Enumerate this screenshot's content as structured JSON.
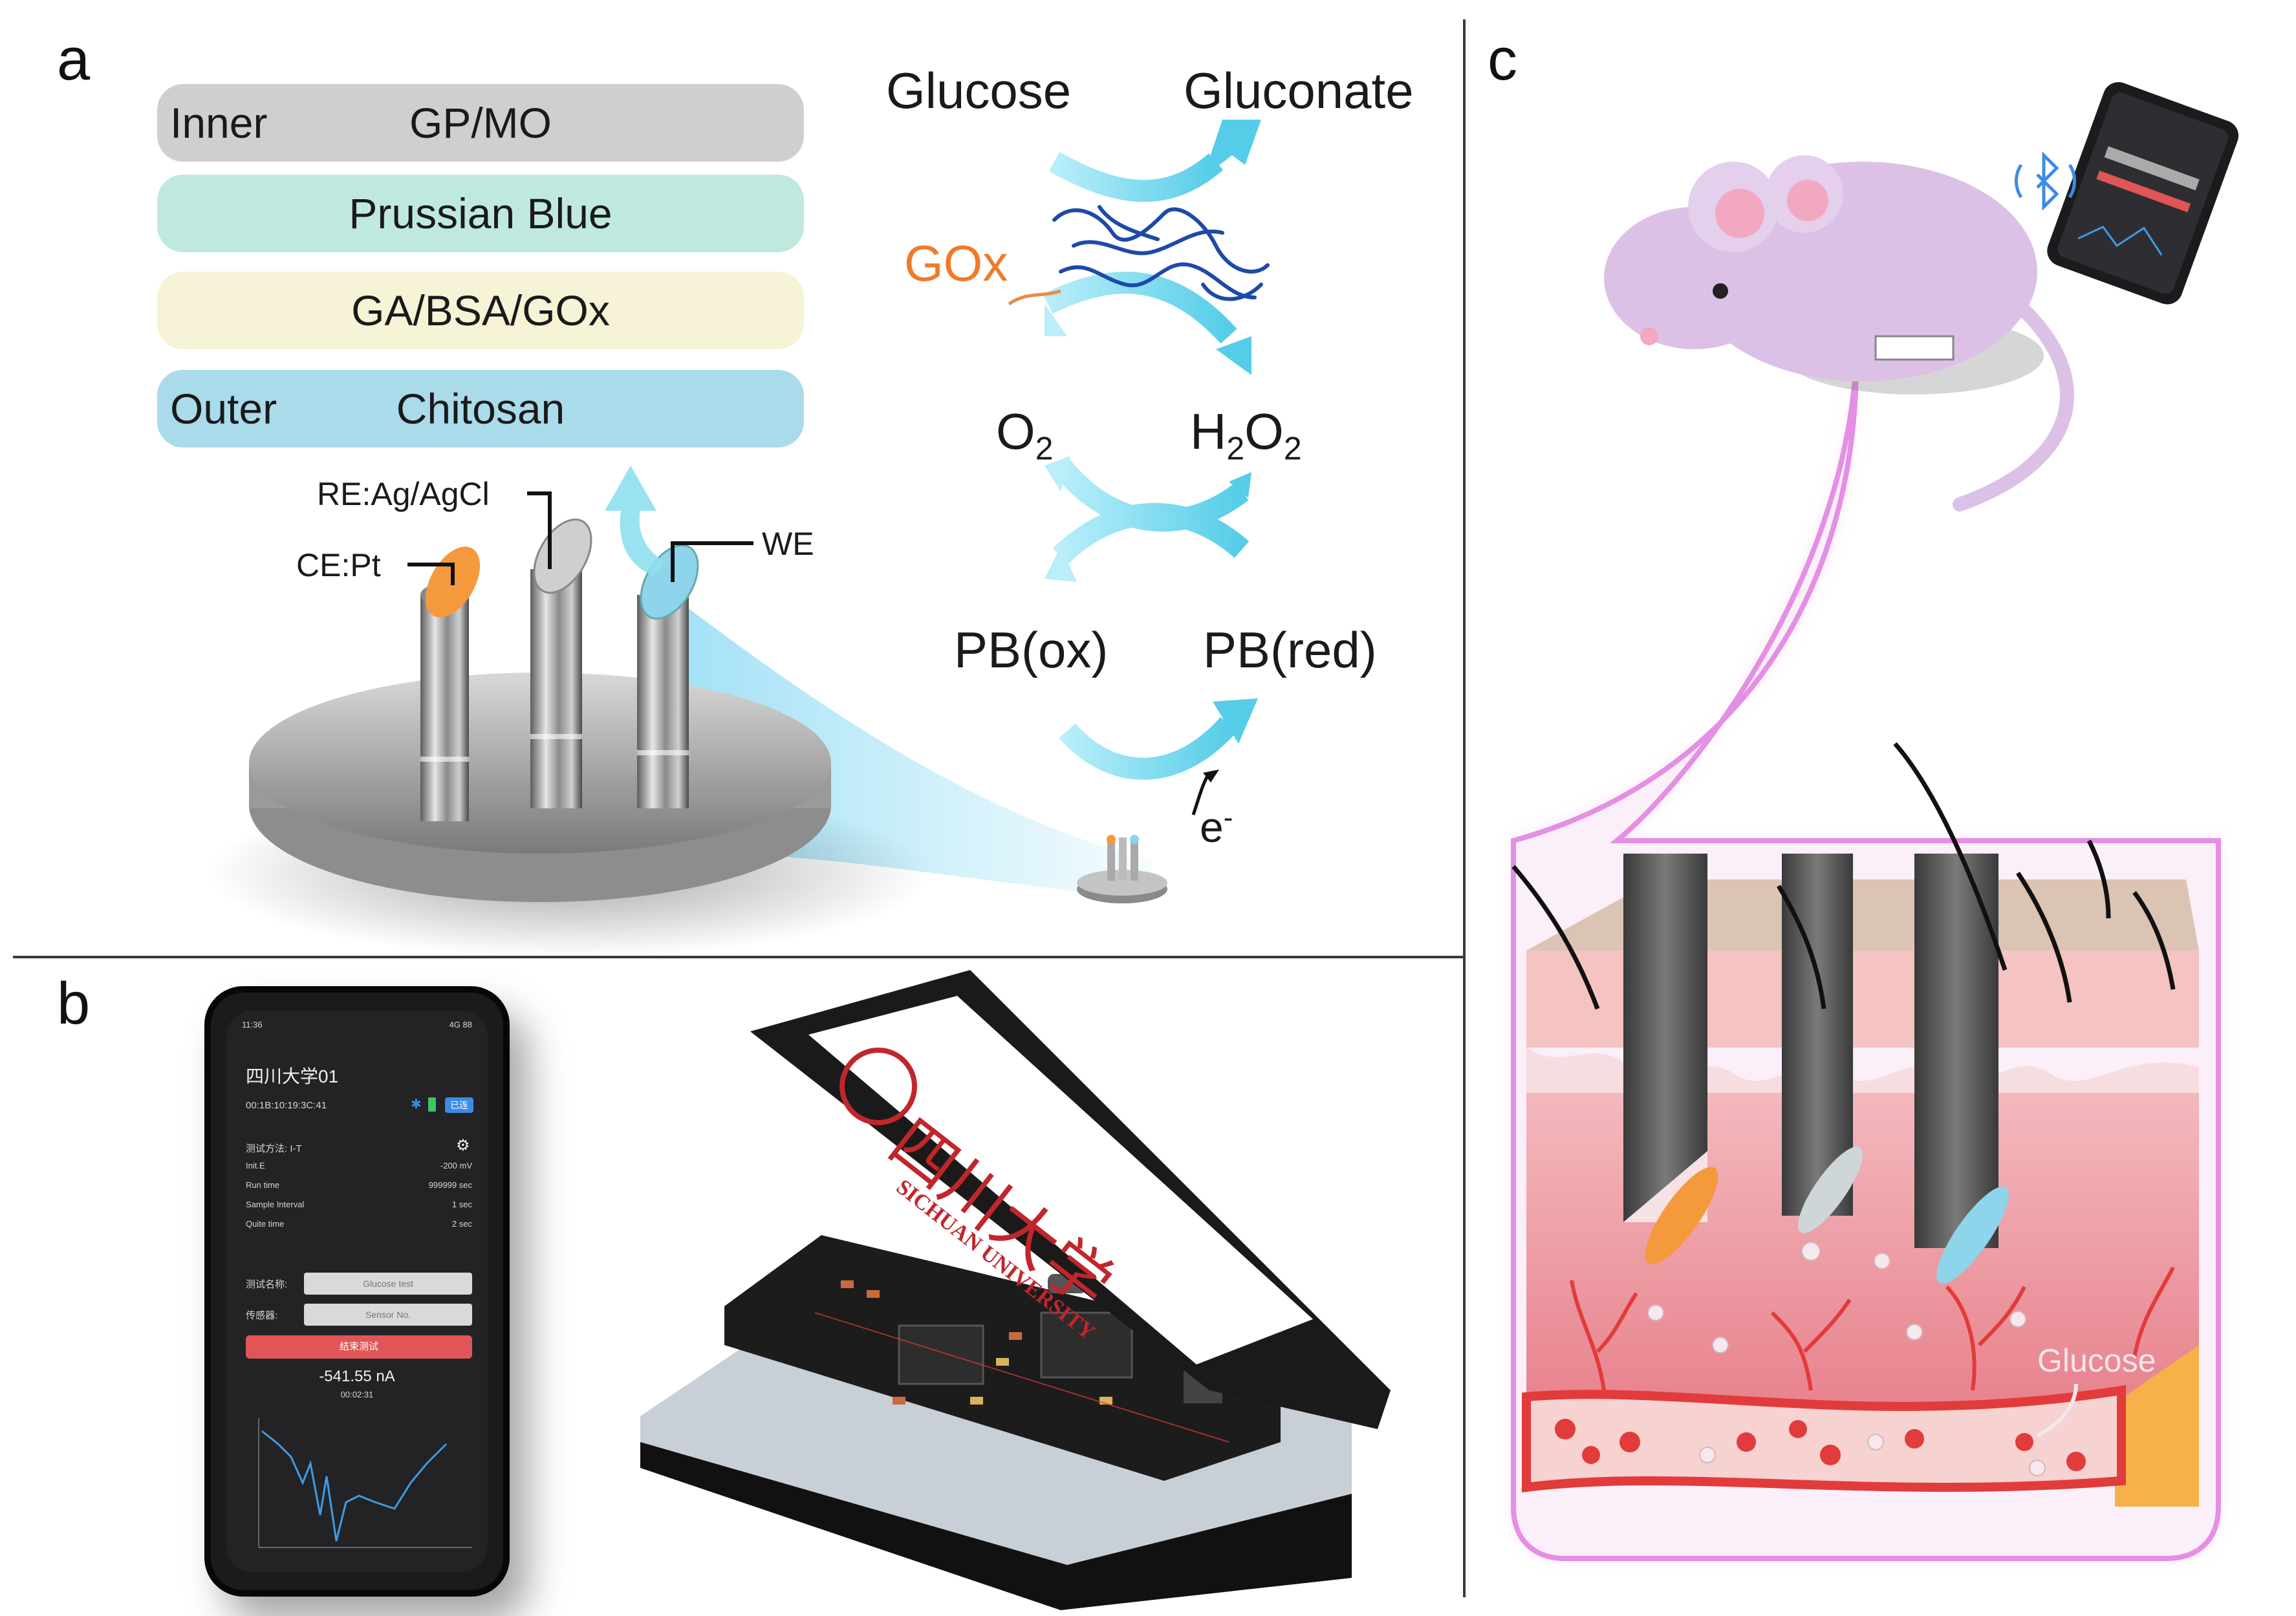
{
  "panels": {
    "a": "a",
    "b": "b",
    "c": "c"
  },
  "layers": [
    {
      "side": "Inner",
      "label": "GP/MO",
      "color": "#cfcfcf"
    },
    {
      "side": "",
      "label": "Prussian Blue",
      "color": "#bfe9df"
    },
    {
      "side": "",
      "label": "GA/BSA/GOx",
      "color": "#f6f3d6"
    },
    {
      "side": "Outer",
      "label": "Chitosan",
      "color": "#aadbea"
    }
  ],
  "electrodes": {
    "re": "RE:Ag/AgCl",
    "ce": "CE:Pt",
    "we": "WE"
  },
  "reaction": {
    "glucose": "Glucose",
    "gluconate": "Gluconate",
    "enzyme": "GOx",
    "o2": "O",
    "o2_sub": "2",
    "h2o2_a": "H",
    "h2o2_sub1": "2",
    "h2o2_b": "O",
    "h2o2_sub2": "2",
    "pb_ox": "PB(ox)",
    "pb_red": "PB(red)",
    "electron": "e",
    "electron_sup": "-"
  },
  "phone": {
    "status_time": "11:36",
    "status_right": "4G 88",
    "device_name": "四川大学01",
    "mac": "00:1B:10:19:3C:41",
    "badge": "已连",
    "method_label": "测试方法: I-T",
    "rows": [
      {
        "k": "Init.E",
        "v": "-200 mV"
      },
      {
        "k": "Run time",
        "v": "999999 sec"
      },
      {
        "k": "Sample Interval",
        "v": "1 sec"
      },
      {
        "k": "Quite time",
        "v": "2 sec"
      }
    ],
    "test_name_label": "测试名称:",
    "test_name_value": "Glucose test",
    "sensor_label": "传感器:",
    "sensor_value": "Sensor No.",
    "button": "结束测试",
    "reading": "-541.55 nA",
    "elapsed": "00:02:31"
  },
  "board": {
    "university_cn": "四川大学",
    "university_en": "SICHUAN UNIVERSITY"
  },
  "skin": {
    "glucose": "Glucose"
  },
  "colors": {
    "arrow_blue": "#6fd6ec",
    "ce_orange": "#f59a3c",
    "we_blue": "#8ed4ea",
    "gox_orange": "#f07a2a",
    "skin_pink": "#f0aab0",
    "mouse": "#dcc1e6"
  }
}
